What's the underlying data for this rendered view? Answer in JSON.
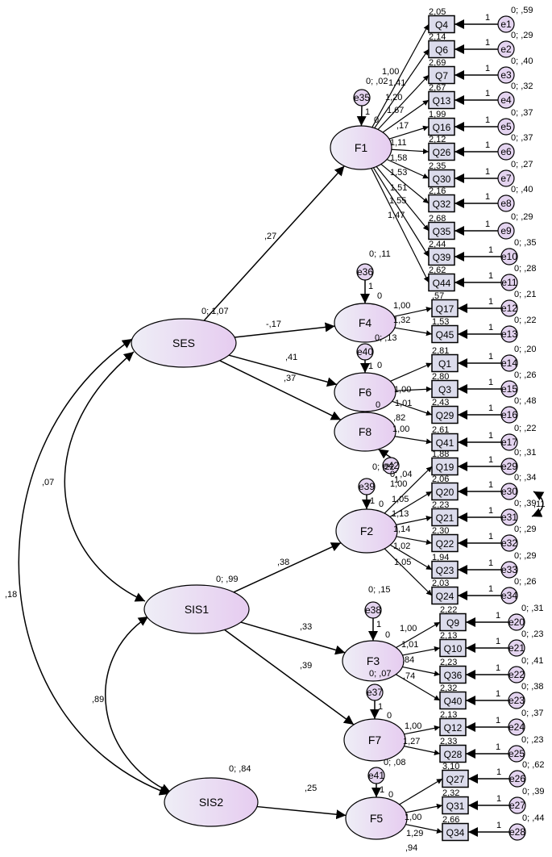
{
  "colors": {
    "latent_fill_start": "#eeeef6",
    "latent_fill_end": "#e6ccf0",
    "box_fill": "#dcdcec",
    "error_fill": "#e4d4f0",
    "stroke": "#000000"
  },
  "latents": [
    {
      "id": "SES",
      "label": "SES",
      "var": "0; 1,07"
    },
    {
      "id": "SIS1",
      "label": "SIS1",
      "var": "0; ,99"
    },
    {
      "id": "SIS2",
      "label": "SIS2",
      "var": "0; ,84"
    },
    {
      "id": "F1",
      "label": "F1",
      "intercept": "0"
    },
    {
      "id": "F4",
      "label": "F4",
      "intercept": "0"
    },
    {
      "id": "F6",
      "label": "F6",
      "intercept": "0"
    },
    {
      "id": "F8",
      "label": "F8",
      "intercept": "0"
    },
    {
      "id": "F2",
      "label": "F2",
      "intercept": "0"
    },
    {
      "id": "F3",
      "label": "F3",
      "intercept": "0"
    },
    {
      "id": "F7",
      "label": "F7",
      "intercept": "0"
    },
    {
      "id": "F5",
      "label": "F5",
      "intercept": "0"
    }
  ],
  "disturbances": [
    {
      "label": "e35",
      "var": "0; ,02",
      "factor": "F1"
    },
    {
      "label": "e36",
      "var": "0; ,11",
      "factor": "F4"
    },
    {
      "label": "e40",
      "var": "0; ,13",
      "factor": "F6"
    },
    {
      "label": "e42",
      "var": "0; ,22",
      "factor": "F8"
    },
    {
      "label": "e39",
      "var": "0; ,04",
      "factor": "F2"
    },
    {
      "label": "e38",
      "var": "0; ,15",
      "factor": "F3"
    },
    {
      "label": "e37",
      "var": "0; ,07",
      "factor": "F7"
    },
    {
      "label": "e41",
      "var": "0; ,08",
      "factor": "F5"
    }
  ],
  "items": [
    {
      "label": "Q4",
      "mean": "2,05",
      "err": "e1",
      "err_var": "0; ,59"
    },
    {
      "label": "Q6",
      "mean": "2,14",
      "err": "e2",
      "err_var": "0; ,29"
    },
    {
      "label": "Q7",
      "mean": "2,69",
      "err": "e3",
      "err_var": "0; ,40"
    },
    {
      "label": "Q13",
      "mean": "2,67",
      "err": "e4",
      "err_var": "0; ,32"
    },
    {
      "label": "Q16",
      "mean": "1,99",
      "err": "e5",
      "err_var": "0; ,37"
    },
    {
      "label": "Q26",
      "mean": "2,12",
      "err": "e6",
      "err_var": "0; ,37"
    },
    {
      "label": "Q30",
      "mean": "2,35",
      "err": "e7",
      "err_var": "0; ,27"
    },
    {
      "label": "Q32",
      "mean": "2,16",
      "err": "e8",
      "err_var": "0; ,40"
    },
    {
      "label": "Q35",
      "mean": "2,68",
      "err": "e9",
      "err_var": "0; ,29"
    },
    {
      "label": "Q39",
      "mean": "2,44",
      "err": "e10",
      "err_var": "0; ,35"
    },
    {
      "label": "Q44",
      "mean": "2,62",
      "err": "e11",
      "err_var": "0; ,28"
    },
    {
      "label": "Q17",
      "mean": ",57",
      "err": "e12",
      "err_var": "0; ,21"
    },
    {
      "label": "Q45",
      "mean": "1,53",
      "err": "e13",
      "err_var": "0; ,22"
    },
    {
      "label": "Q1",
      "mean": "2,81",
      "err": "e14",
      "err_var": "0; ,20"
    },
    {
      "label": "Q3",
      "mean": "2,80",
      "err": "e15",
      "err_var": "0; ,26"
    },
    {
      "label": "Q29",
      "mean": "2,43",
      "err": "e16",
      "err_var": "0; ,48"
    },
    {
      "label": "Q41",
      "mean": "2,61",
      "err": "e17",
      "err_var": "0; ,22"
    },
    {
      "label": "Q19",
      "mean": "1,88",
      "err": "e29",
      "err_var": "0; ,31"
    },
    {
      "label": "Q20",
      "mean": "2,06",
      "err": "e30",
      "err_var": "0; ,34"
    },
    {
      "label": "Q21",
      "mean": "2,23",
      "err": "e31",
      "err_var": "0; ,39"
    },
    {
      "label": "Q22",
      "mean": "2,30",
      "err": "e32",
      "err_var": "0; ,29"
    },
    {
      "label": "Q23",
      "mean": "1,94",
      "err": "e33",
      "err_var": "0; ,29"
    },
    {
      "label": "Q24",
      "mean": "2,03",
      "err": "e34",
      "err_var": "0; ,26"
    },
    {
      "label": "Q9",
      "mean": "2,22",
      "err": "e20",
      "err_var": "0; ,31"
    },
    {
      "label": "Q10",
      "mean": "2,13",
      "err": "e21",
      "err_var": "0; ,23"
    },
    {
      "label": "Q36",
      "mean": "2,23",
      "err": "e22",
      "err_var": "0; ,41"
    },
    {
      "label": "Q40",
      "mean": "2,32",
      "err": "e23",
      "err_var": "0; ,38"
    },
    {
      "label": "Q12",
      "mean": "2,13",
      "err": "e24",
      "err_var": "0; ,37"
    },
    {
      "label": "Q28",
      "mean": "2,33",
      "err": "e25",
      "err_var": "0; ,23"
    },
    {
      "label": "Q27",
      "mean": "3,10",
      "err": "e26",
      "err_var": "0; ,62"
    },
    {
      "label": "Q31",
      "mean": "2,32",
      "err": "e27",
      "err_var": "0; ,39"
    },
    {
      "label": "Q34",
      "mean": "2,66",
      "err": "e28",
      "err_var": "0; ,44"
    }
  ],
  "item_error_weight": "1",
  "disturbance_weight": "1",
  "loadings": {
    "F1": [
      "",
      "1,00",
      "1,41",
      "1,20",
      "1,67",
      ",17",
      "1,11",
      "1,58",
      "1,53",
      "1,51",
      "1,55",
      "1,47"
    ],
    "F4": [
      "1,00",
      "1,32"
    ],
    "F6": [
      "1,00",
      "1,01",
      ",82"
    ],
    "F8": [
      "1,00"
    ],
    "F2": [
      "1,00",
      "1,05",
      "1,13",
      "1,14",
      "1,02",
      "1,05"
    ],
    "F3": [
      "1,00",
      "1,01",
      ",84",
      ",74"
    ],
    "F7": [
      "1,00",
      "1,27"
    ],
    "F5": [
      "1,00",
      "1,29",
      ",94"
    ]
  },
  "structural_paths": [
    {
      "from": "SES",
      "to": "F1",
      "value": ",27"
    },
    {
      "from": "SES",
      "to": "F4",
      "value": "-,17"
    },
    {
      "from": "SES",
      "to": "F6",
      "value": ",41"
    },
    {
      "from": "SES",
      "to": "F8",
      "value": ",37"
    },
    {
      "from": "SIS1",
      "to": "F2",
      "value": ",38"
    },
    {
      "from": "SIS1",
      "to": "F3",
      "value": ",33"
    },
    {
      "from": "SIS1",
      "to": "F7",
      "value": ",39"
    },
    {
      "from": "SIS2",
      "to": "F5",
      "value": ",25"
    }
  ],
  "covariances": [
    {
      "a": "SES",
      "b": "SIS1",
      "value": ",07"
    },
    {
      "a": "SES",
      "b": "SIS2",
      "value": ",18"
    },
    {
      "a": "SIS1",
      "b": "SIS2",
      "value": ",89"
    },
    {
      "a": "e30",
      "b": "e31",
      "value": ",11"
    }
  ]
}
